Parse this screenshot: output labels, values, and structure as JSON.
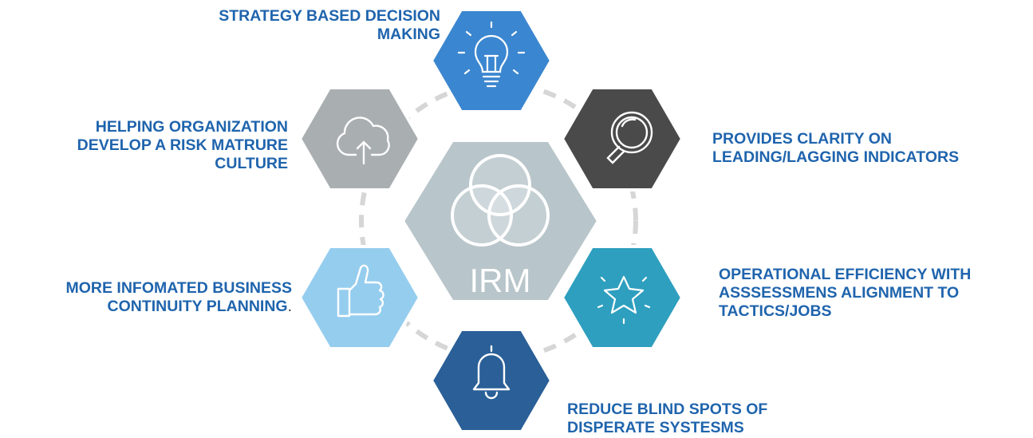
{
  "center": {
    "label": "IRM",
    "icon": "venn-circles-icon"
  },
  "colors": {
    "label_text": "#1f64ad",
    "center_hex": "#b8c5ca",
    "top_hex": "#3b86d0",
    "top_right_hex": "#4a4a4a",
    "bottom_right_hex": "#2e9fbf",
    "bottom_hex": "#2a5f97",
    "bottom_left_hex": "#95cdee",
    "top_left_hex": "#a9aeb1",
    "dash_ring": "#d6d6d6"
  },
  "items": [
    {
      "id": "top",
      "icon": "lightbulb-icon",
      "lines": [
        "STRATEGY BASED DECISION",
        "MAKING"
      ]
    },
    {
      "id": "top-right",
      "icon": "magnifier-icon",
      "lines": [
        "PROVIDES CLARITY ON",
        "LEADING/LAGGING INDICATORS"
      ]
    },
    {
      "id": "bottom-right",
      "icon": "star-icon",
      "lines": [
        "OPERATIONAL EFFICIENCY WITH",
        "ASSSESSMENS ALIGNMENT TO",
        "TACTICS/JOBS"
      ]
    },
    {
      "id": "bottom",
      "icon": "bell-icon",
      "lines": [
        "REDUCE BLIND SPOTS OF",
        "DISPERATE SYSTESMS"
      ]
    },
    {
      "id": "bottom-left",
      "icon": "thumbs-up-icon",
      "lines": [
        "MORE INFOMATED BUSINESS",
        "CONTINUITY PLANNING"
      ],
      "trailing": "."
    },
    {
      "id": "top-left",
      "icon": "cloud-upload-icon",
      "lines": [
        "HELPING ORGANIZATION",
        "DEVELOP A RISK MATRURE",
        "CULTURE"
      ]
    }
  ]
}
